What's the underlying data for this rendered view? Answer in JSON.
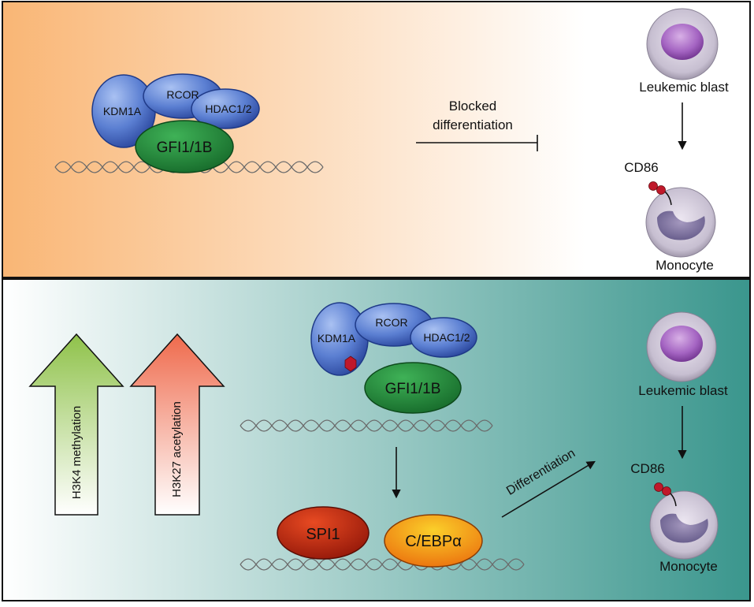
{
  "top_panel": {
    "complex": {
      "kdm1a": "KDM1A",
      "rcor": "RCOR",
      "hdac": "HDAC1/2",
      "gfi": "GFI1/1B"
    },
    "process_line1": "Blocked",
    "process_line2": "differentiation",
    "blast_label": "Leukemic blast",
    "marker_label": "CD86",
    "monocyte_label": "Monocyte"
  },
  "bottom_panel": {
    "arrow_methylation": "H3K4 methylation",
    "arrow_acetylation": "H3K27 acetylation",
    "complex": {
      "kdm1a": "KDM1A",
      "rcor": "RCOR",
      "hdac": "HDAC1/2",
      "gfi": "GFI1/1B"
    },
    "spi1": "SPI1",
    "cebpa": "C/EBPα",
    "process_label": "Differentiation",
    "blast_label": "Leukemic blast",
    "marker_label": "CD86",
    "monocyte_label": "Monocyte"
  },
  "colors": {
    "top_gradient_start": "#f9b675",
    "top_gradient_end": "#ffffff",
    "bottom_gradient_start": "#ffffff",
    "bottom_gradient_end": "#3a968d",
    "protein_blue": "#4a6fc4",
    "gfi_green": "#2b8a3e",
    "spi1_red": "#c62a10",
    "cebpa_orange": "#f08a10",
    "inhibitor_red": "#c0182a",
    "blast_purple": "#a25fbe",
    "arrow_green": "#9ccc5b",
    "arrow_salmon": "#f07a5f"
  }
}
